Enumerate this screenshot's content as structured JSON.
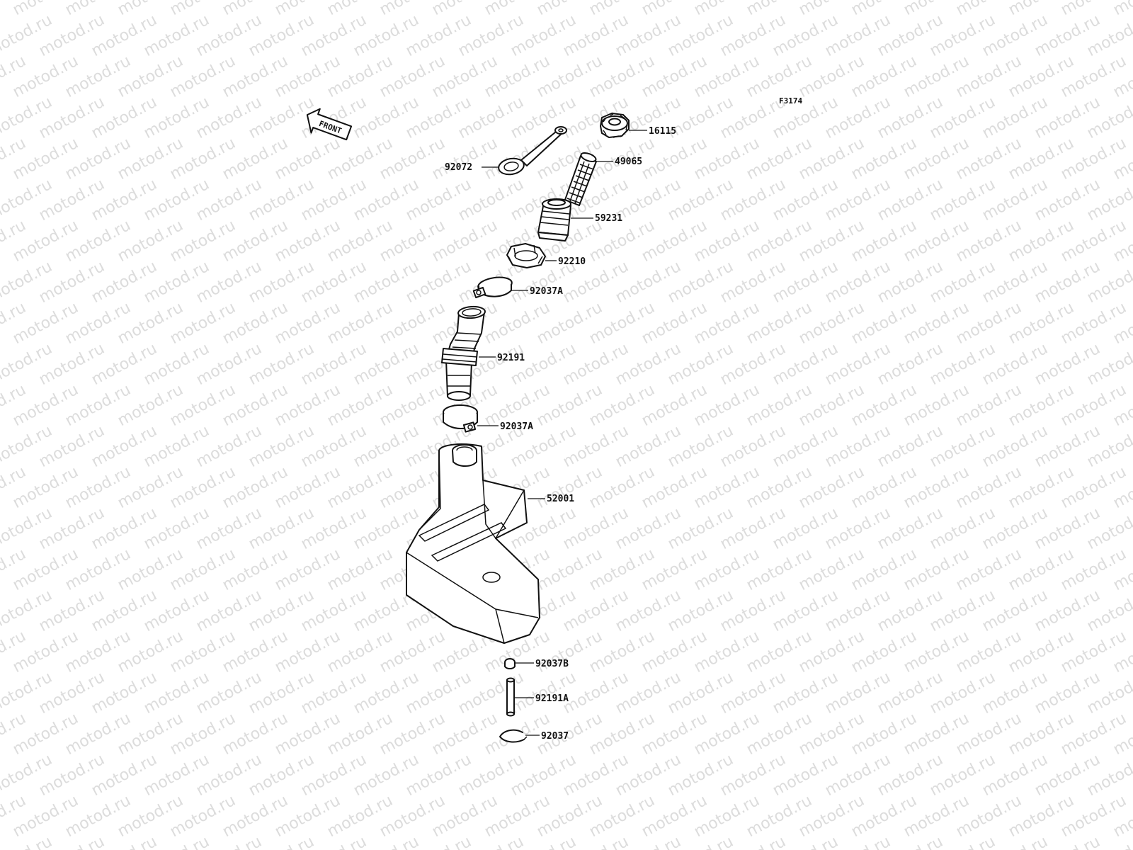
{
  "figure_number": "F3174",
  "front_label": "FRONT",
  "watermark_text": "motod.ru",
  "parts": [
    {
      "id": "filler-cap",
      "number": "16115"
    },
    {
      "id": "strainer",
      "number": "49065"
    },
    {
      "id": "cap-strap",
      "number": "92072"
    },
    {
      "id": "filler-neck",
      "number": "59231"
    },
    {
      "id": "nut",
      "number": "92210"
    },
    {
      "id": "upper-clamp",
      "number": "92037A"
    },
    {
      "id": "hose",
      "number": "92191"
    },
    {
      "id": "lower-clamp",
      "number": "92037A"
    },
    {
      "id": "oil-tank",
      "number": "52001"
    },
    {
      "id": "small-clamp",
      "number": "92037B"
    },
    {
      "id": "tube",
      "number": "92191A"
    },
    {
      "id": "clip",
      "number": "92037"
    }
  ],
  "colors": {
    "line": "#111111",
    "watermark": "#dcdcdc",
    "background": "#ffffff"
  }
}
